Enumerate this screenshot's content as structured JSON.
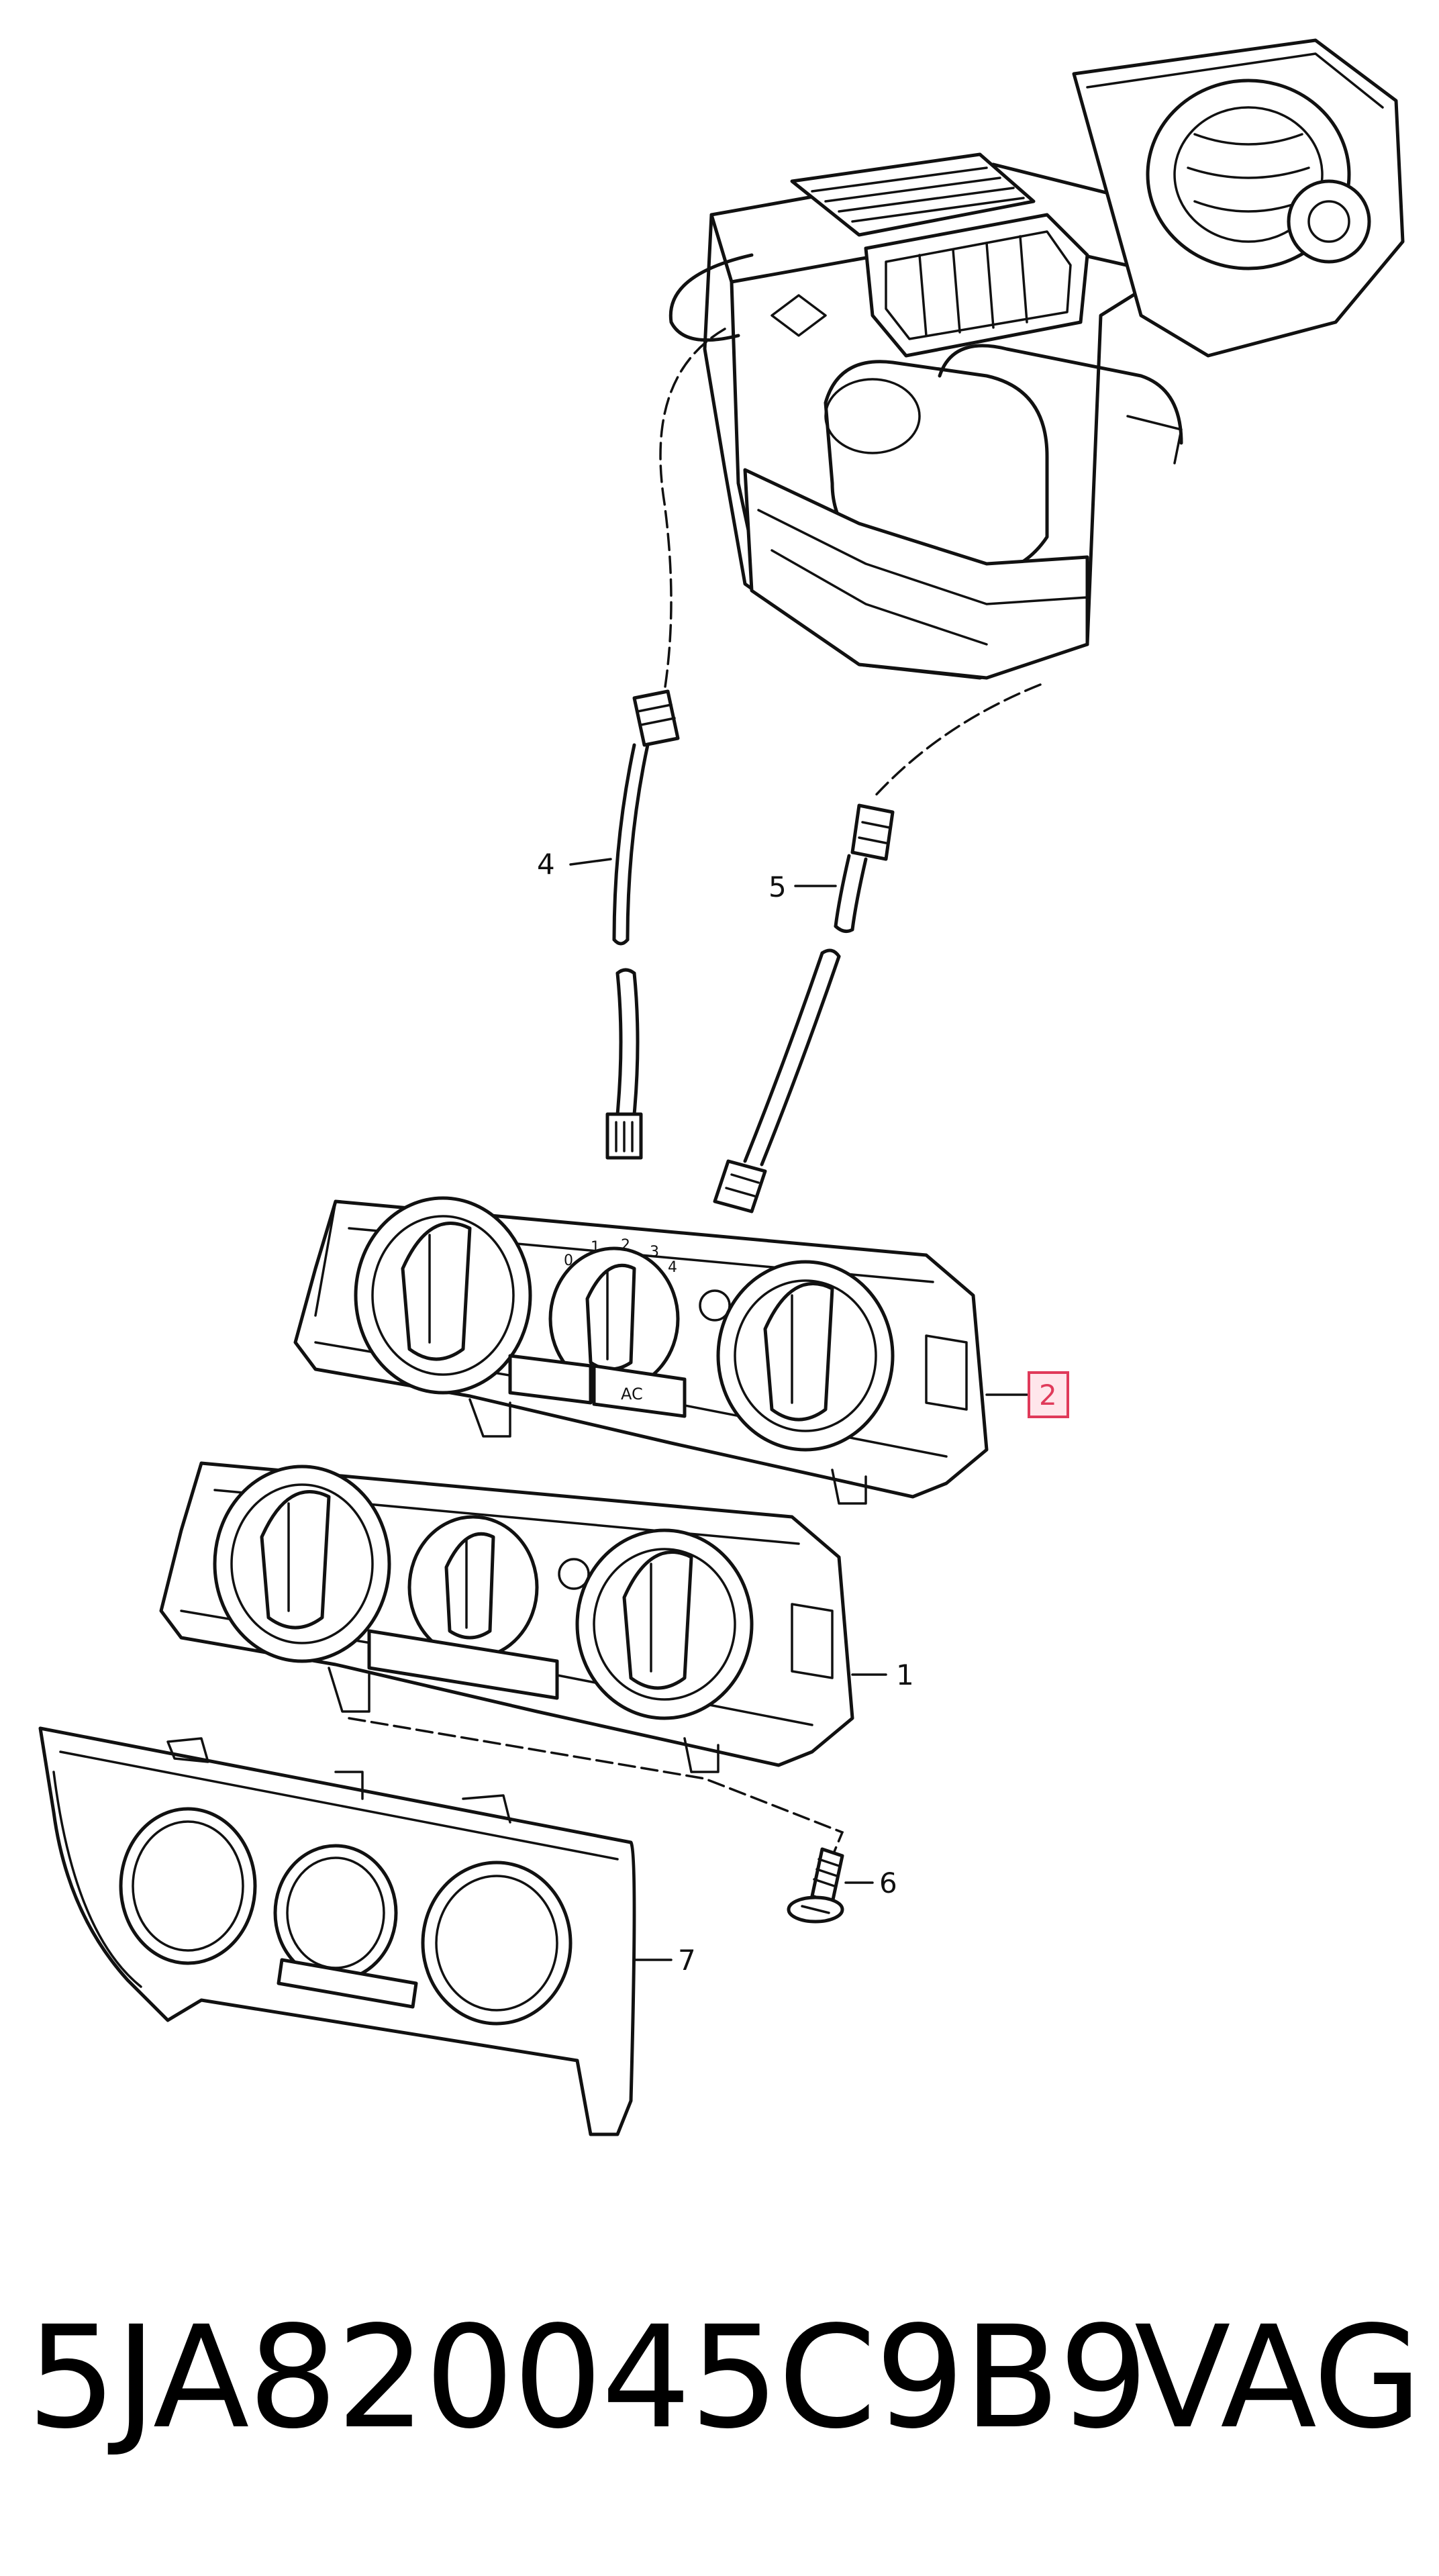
{
  "diagram": {
    "callouts": [
      {
        "id": "1",
        "label": "1"
      },
      {
        "id": "2",
        "label": "2",
        "highlighted": true
      },
      {
        "id": "4",
        "label": "4"
      },
      {
        "id": "5",
        "label": "5"
      },
      {
        "id": "6",
        "label": "6"
      },
      {
        "id": "7",
        "label": "7"
      }
    ],
    "knob_labels": [
      "0",
      "1",
      "2",
      "3",
      "4"
    ],
    "button_labels": {
      "ac": "AC"
    },
    "highlight_color": "#e03a5a"
  },
  "footer": {
    "part_number": "5JA820045C9B9",
    "brand": "VAG"
  }
}
